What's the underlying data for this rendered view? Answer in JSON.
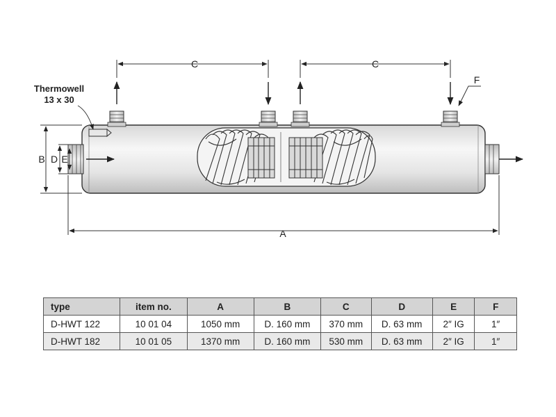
{
  "diagram": {
    "thermowell_label": "Thermowell",
    "thermowell_size": "13 x 30",
    "dim_a": "A",
    "dim_b": "B",
    "dim_c": "C",
    "dim_d": "D",
    "dim_e": "E",
    "dim_f": "F"
  },
  "table": {
    "headers": [
      "type",
      "item no.",
      "A",
      "B",
      "C",
      "D",
      "E",
      "F"
    ],
    "rows": [
      [
        "D-HWT 122",
        "10 01 04",
        "1050 mm",
        "D. 160 mm",
        "370 mm",
        "D. 63 mm",
        "2″ IG",
        "1″"
      ],
      [
        "D-HWT 182",
        "10 01 05",
        "1370 mm",
        "D. 160 mm",
        "530 mm",
        "D. 63 mm",
        "2″ IG",
        "1″"
      ]
    ]
  }
}
